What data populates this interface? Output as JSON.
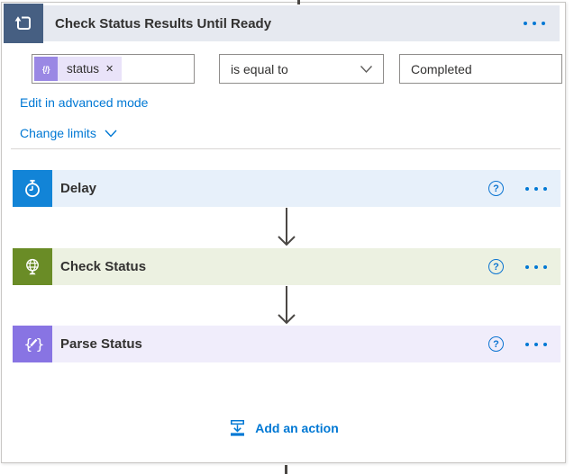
{
  "colors": {
    "accent_blue": "#0078d4",
    "loop_icon_bg": "#465f82",
    "loop_header_bg": "#e6e9f0",
    "delay_icon_bg": "#1284d7",
    "delay_card_bg": "#e7f0fa",
    "check_icon_bg": "#6a8c26",
    "check_card_bg": "#ecf1e1",
    "parse_icon_bg": "#8874e3",
    "parse_card_bg": "#f0edfb",
    "token_icon_bg": "#9a88e4",
    "token_chip_bg": "#e9e3f9",
    "arrow_color": "#4a4744"
  },
  "loop_card": {
    "title": "Check Status Results Until Ready",
    "icon": "do-until-loop-icon",
    "menu_icon": "ellipsis-menu-icon"
  },
  "condition": {
    "left_operand": {
      "token_icon": "dynamic-content-icon",
      "token_icon_glyph": "{/}",
      "token_label": "status",
      "remove_glyph": "✕"
    },
    "operator": {
      "selected": "is equal to",
      "chevron_icon": "chevron-down-icon"
    },
    "right_operand": {
      "value": "Completed"
    }
  },
  "links": {
    "edit_advanced_mode": "Edit in advanced mode",
    "change_limits": "Change limits"
  },
  "actions": [
    {
      "title": "Delay",
      "icon": "timer-icon",
      "help_glyph": "?",
      "menu_icon": "ellipsis-menu-icon"
    },
    {
      "title": "Check Status",
      "icon": "globe-icon",
      "help_glyph": "?",
      "menu_icon": "ellipsis-menu-icon"
    },
    {
      "title": "Parse Status",
      "icon": "braces-pencil-icon",
      "help_glyph": "?",
      "menu_icon": "ellipsis-menu-icon"
    }
  ],
  "footer": {
    "add_action_label": "Add an action",
    "add_action_icon": "insert-action-icon"
  }
}
